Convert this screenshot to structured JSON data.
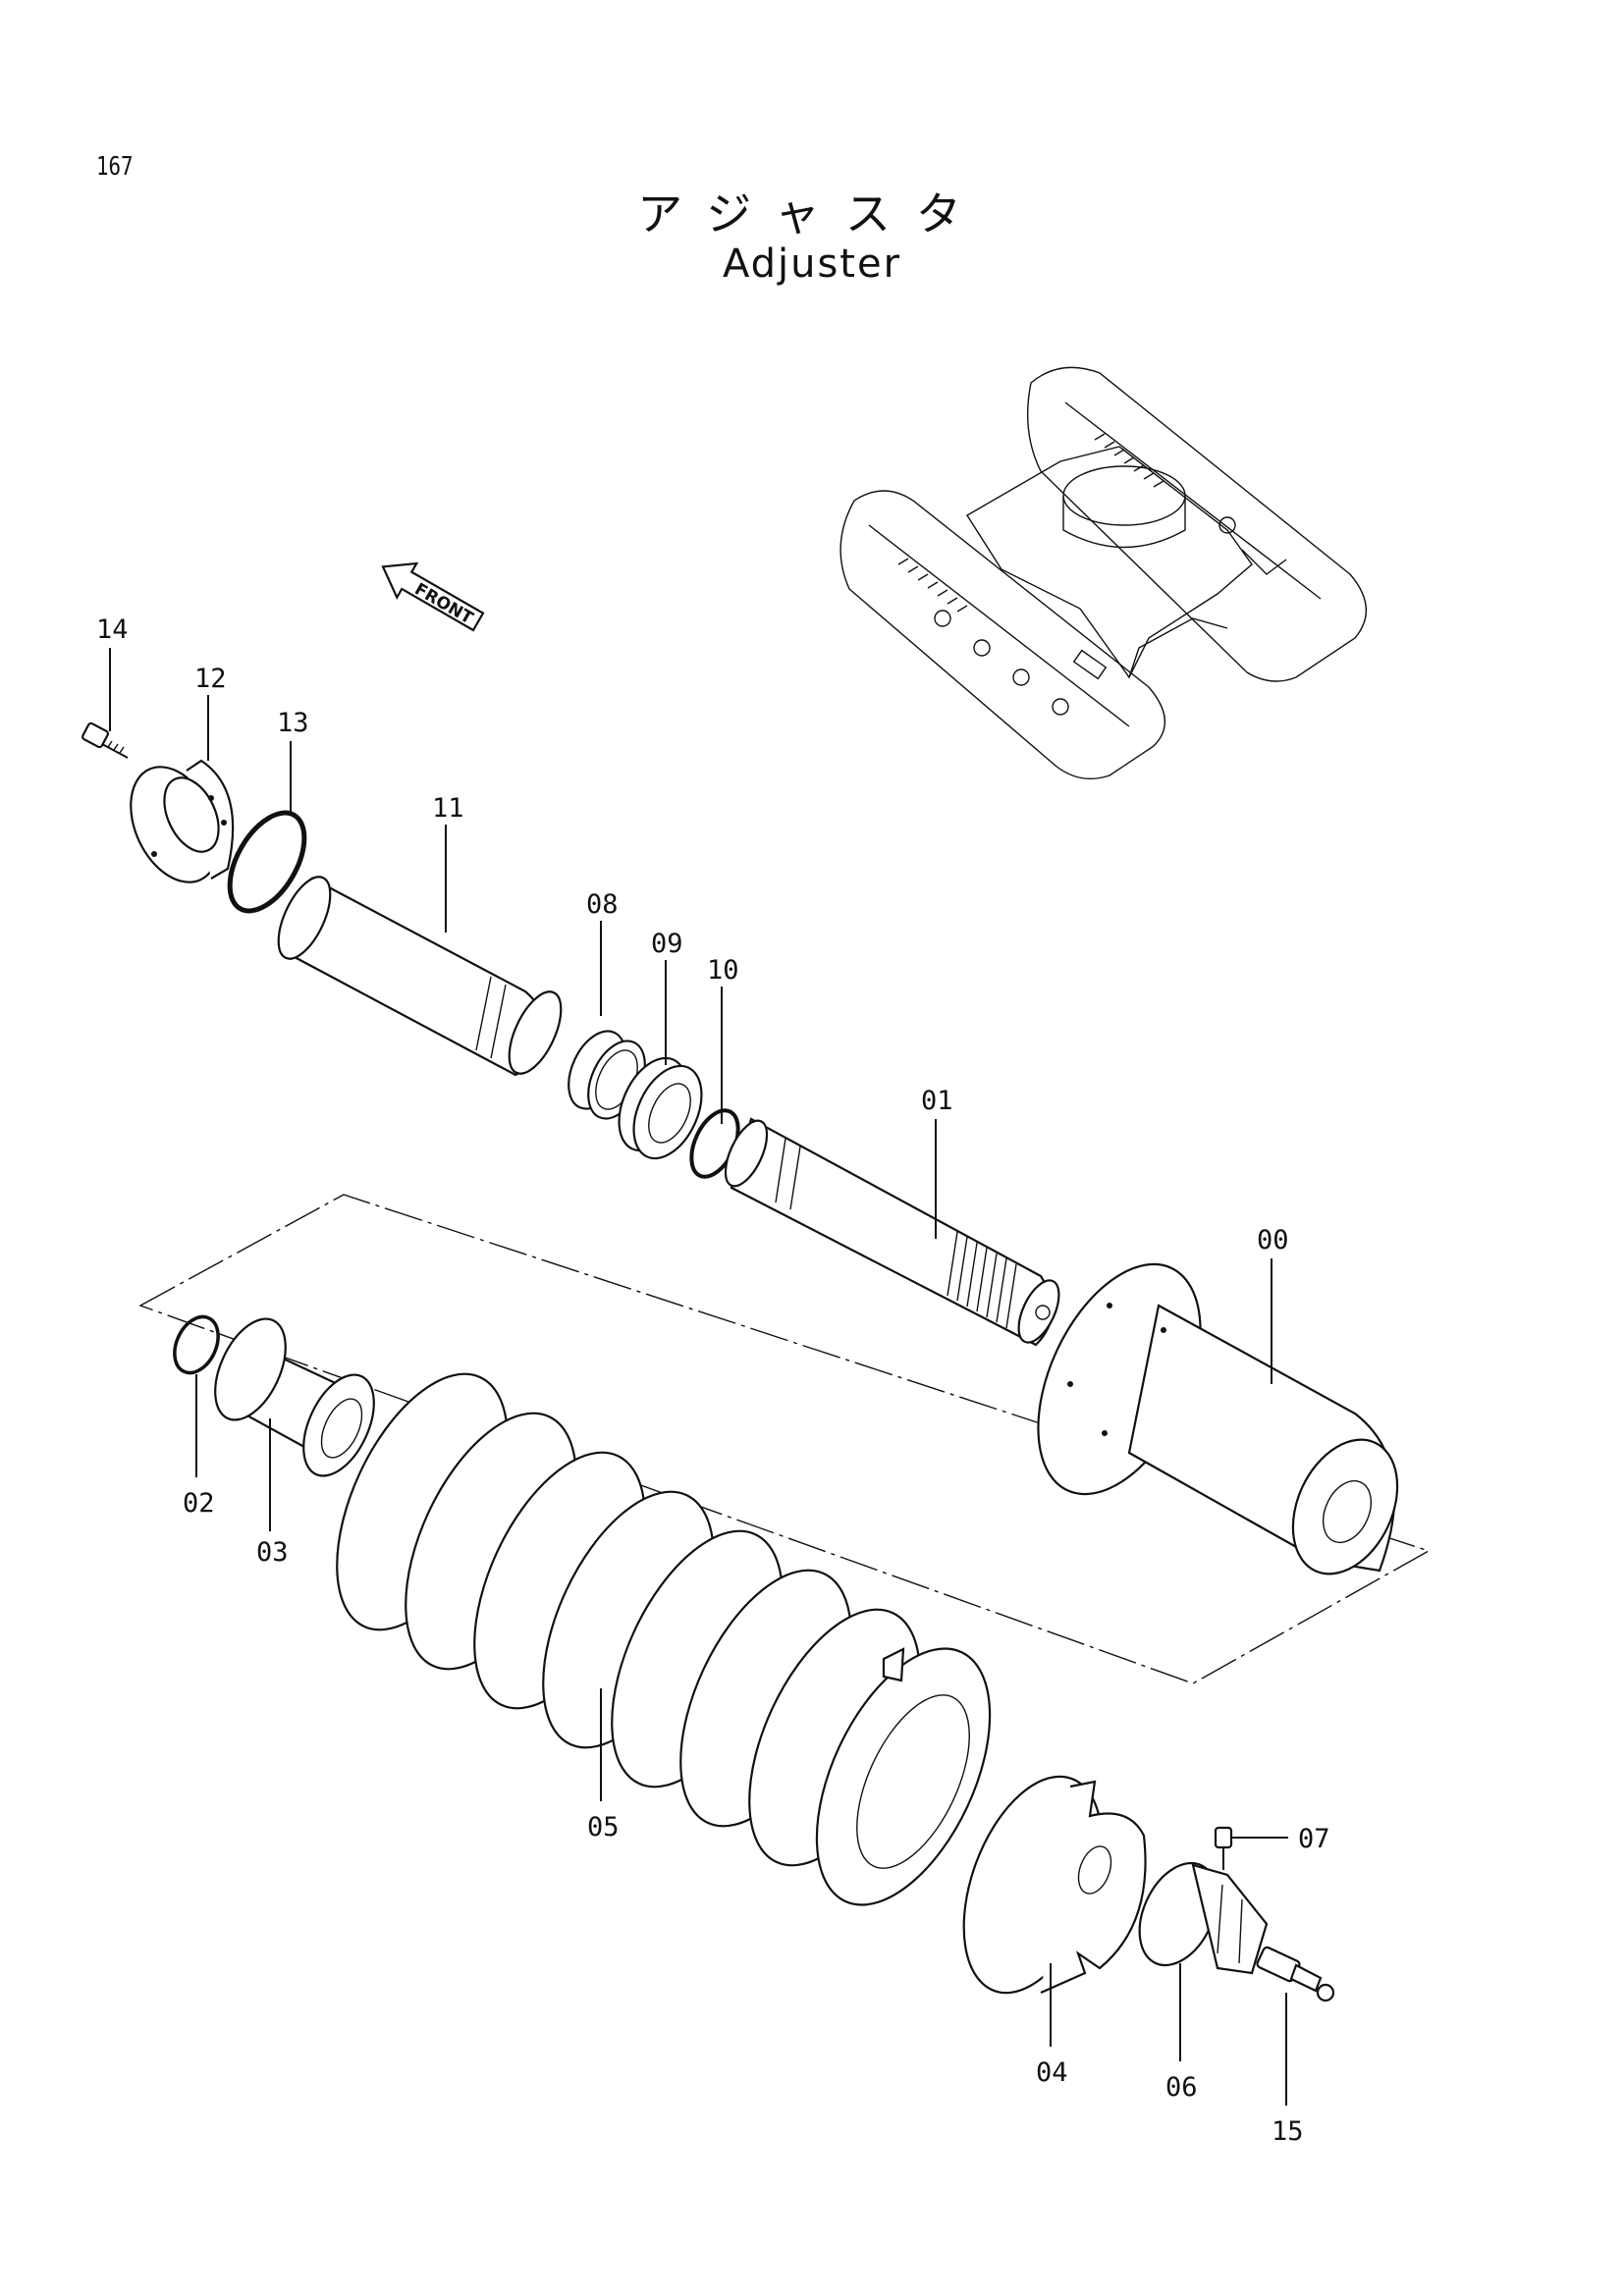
{
  "page": {
    "number": "167",
    "title_ja": "アジャスタ",
    "title_en": "Adjuster"
  },
  "front_marker": "FRONT",
  "callouts": [
    {
      "id": "14"
    },
    {
      "id": "12"
    },
    {
      "id": "13"
    },
    {
      "id": "11"
    },
    {
      "id": "08"
    },
    {
      "id": "09"
    },
    {
      "id": "10"
    },
    {
      "id": "01"
    },
    {
      "id": "00"
    },
    {
      "id": "02"
    },
    {
      "id": "03"
    },
    {
      "id": "05"
    },
    {
      "id": "04"
    },
    {
      "id": "06"
    },
    {
      "id": "07"
    },
    {
      "id": "15"
    }
  ]
}
